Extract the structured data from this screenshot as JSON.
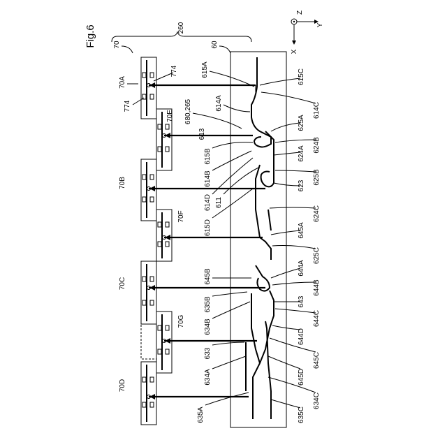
{
  "figure": {
    "title": "Fig.6",
    "axes": {
      "z": "Z",
      "y": "Y",
      "x": "X"
    },
    "groups": {
      "upper_ref": "260",
      "module_group": "70",
      "board": "60"
    },
    "modules": [
      "70A",
      "70E",
      "70B",
      "70F",
      "70C",
      "70G",
      "70D"
    ],
    "module_part": "774",
    "callouts_left": [
      "615A",
      "614A",
      "680,265",
      "613",
      "615B",
      "614B",
      "614D",
      "611",
      "615D",
      "645B",
      "635B",
      "634B",
      "633",
      "634A",
      "635A"
    ],
    "callouts_right": [
      "615C",
      "614C",
      "625A",
      "624B",
      "624A",
      "625B",
      "623",
      "624C",
      "645A",
      "625C",
      "644A",
      "644B",
      "643",
      "644C",
      "644D",
      "645C",
      "645D",
      "634C",
      "635C"
    ]
  }
}
